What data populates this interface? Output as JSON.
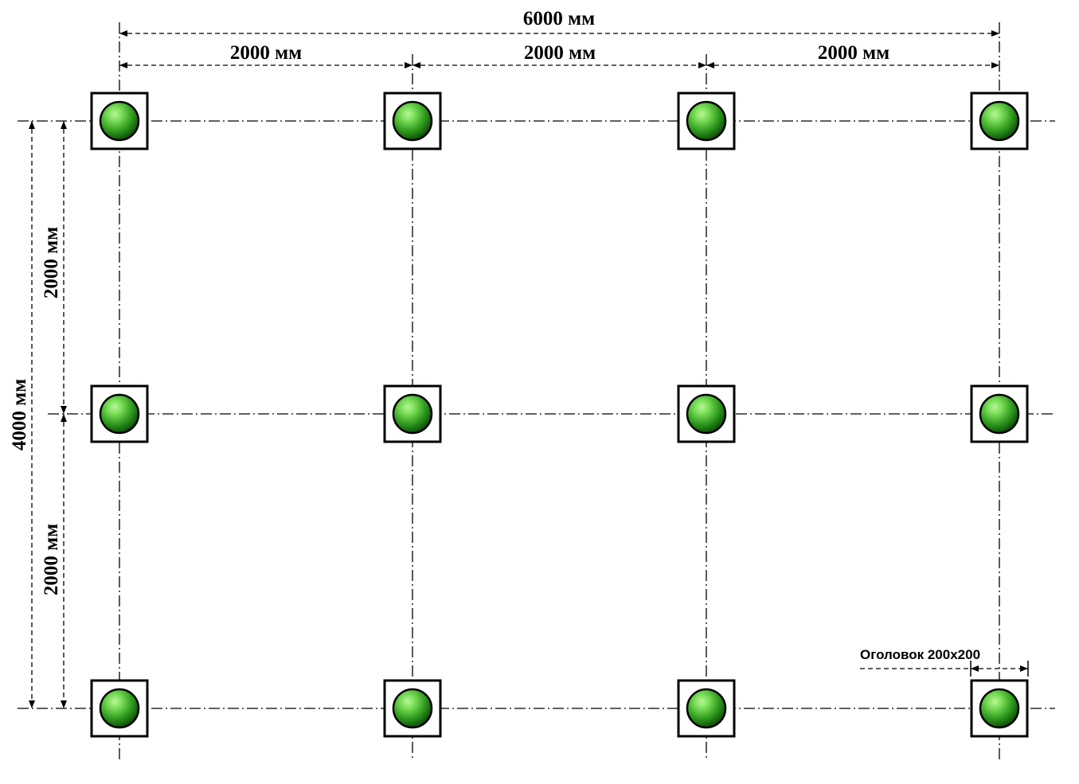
{
  "dimensions": {
    "total_width": "6000 мм",
    "spans_x": [
      "2000 мм",
      "2000 мм",
      "2000 мм"
    ],
    "total_depth": "4000 мм",
    "spans_y": [
      "2000 мм",
      "2000 мм"
    ]
  },
  "cap_note": "Оголовок 200x200",
  "grid": {
    "columns": 4,
    "rows": 3
  },
  "colors": {
    "pile_light": "#7de05a",
    "pile_mid": "#2f9a1e",
    "pile_dark": "#0c4a08",
    "lines": "#000000"
  }
}
